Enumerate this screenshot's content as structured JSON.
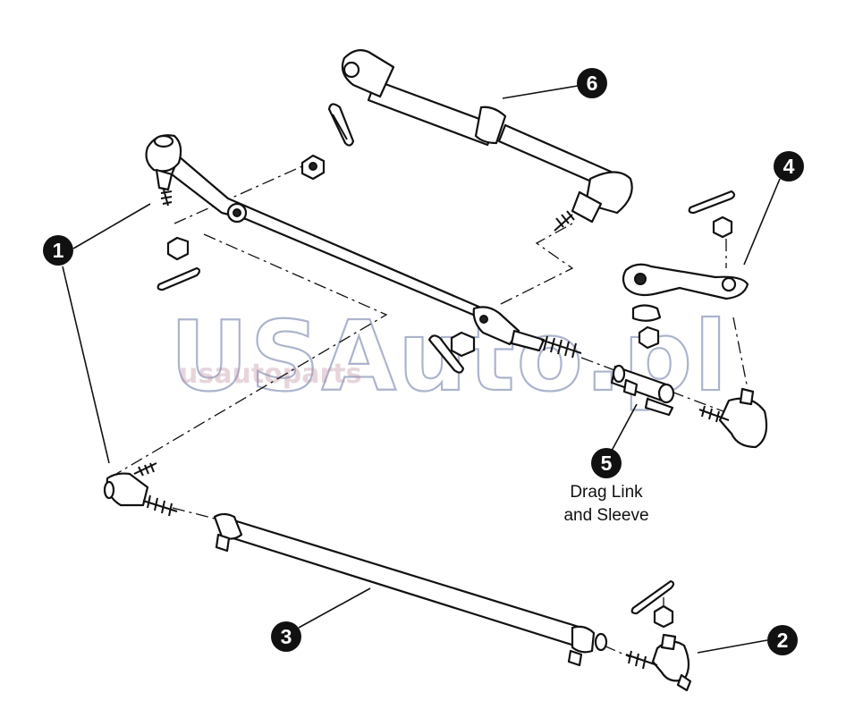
{
  "watermark": {
    "main_text": "USAuto.pl",
    "sub_text": "usautoparts"
  },
  "callouts": [
    {
      "id": "1",
      "label": "1"
    },
    {
      "id": "2",
      "label": "2"
    },
    {
      "id": "3",
      "label": "3"
    },
    {
      "id": "4",
      "label": "4"
    },
    {
      "id": "5",
      "label": "5"
    },
    {
      "id": "6",
      "label": "6"
    }
  ],
  "captions": {
    "drag_link_line1": "Drag Link",
    "drag_link_line2": "and Sleeve"
  }
}
